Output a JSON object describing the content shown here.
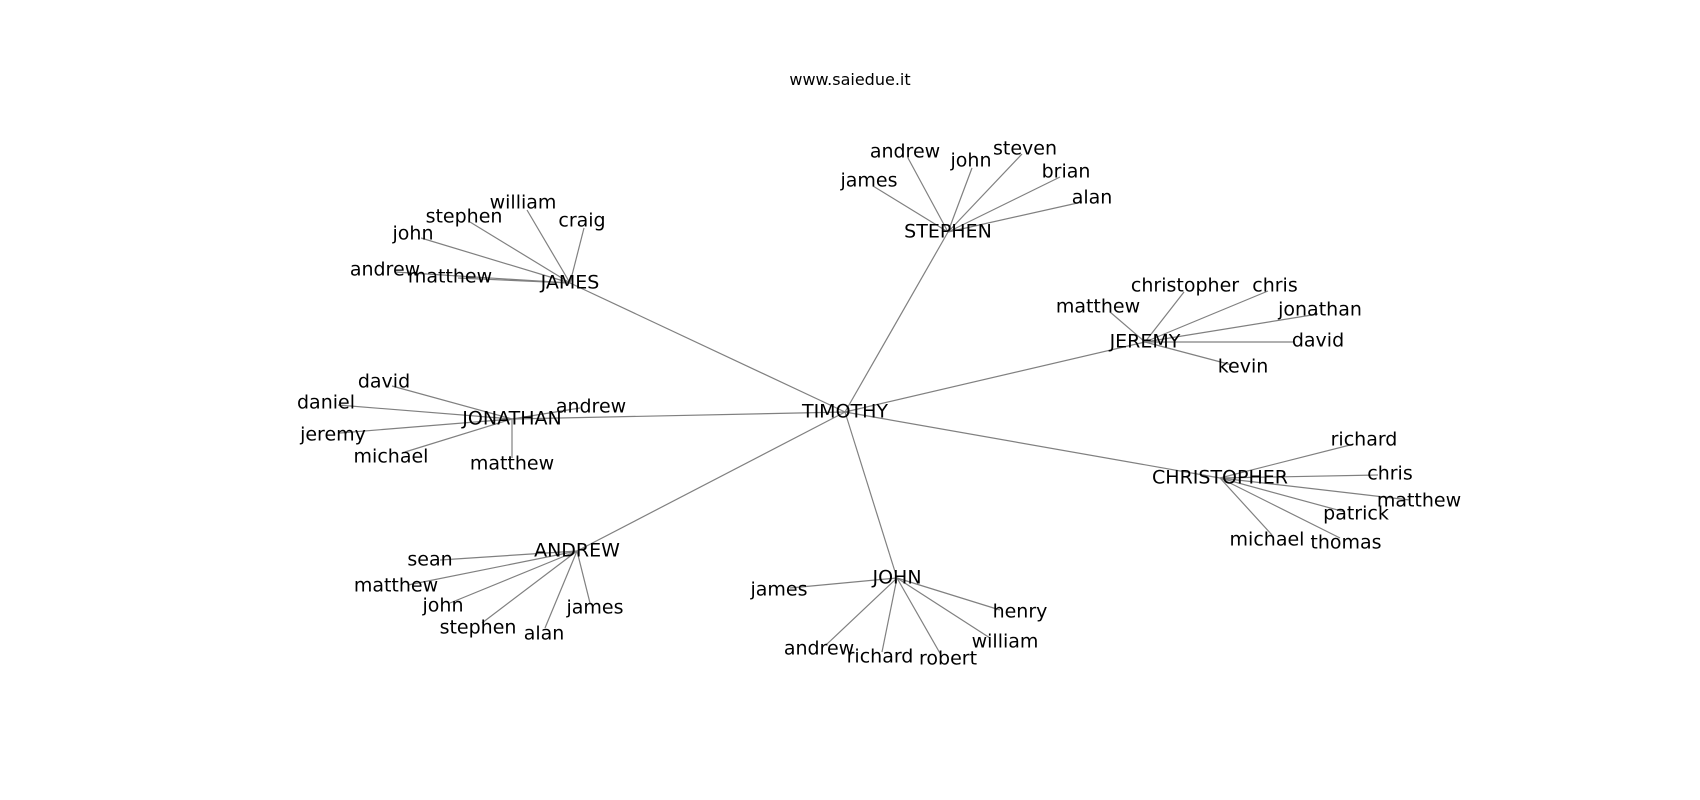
{
  "title": "www.saiedue.it",
  "root": "TIMOTHY",
  "groups": [
    {
      "hub": "STEPHEN",
      "leaves": [
        "andrew",
        "john",
        "steven",
        "james",
        "brian",
        "alan"
      ]
    },
    {
      "hub": "JAMES",
      "leaves": [
        "william",
        "stephen",
        "craig",
        "john",
        "andrew",
        "matthew"
      ]
    },
    {
      "hub": "JEREMY",
      "leaves": [
        "christopher",
        "chris",
        "matthew",
        "jonathan",
        "david",
        "kevin"
      ]
    },
    {
      "hub": "JONATHAN",
      "leaves": [
        "david",
        "daniel",
        "andrew",
        "jeremy",
        "michael",
        "matthew"
      ]
    },
    {
      "hub": "CHRISTOPHER",
      "leaves": [
        "richard",
        "chris",
        "matthew",
        "patrick",
        "michael",
        "thomas"
      ]
    },
    {
      "hub": "ANDREW",
      "leaves": [
        "sean",
        "matthew",
        "john",
        "james",
        "stephen",
        "alan"
      ]
    },
    {
      "hub": "JOHN",
      "leaves": [
        "james",
        "henry",
        "william",
        "andrew",
        "richard",
        "robert"
      ]
    }
  ]
}
